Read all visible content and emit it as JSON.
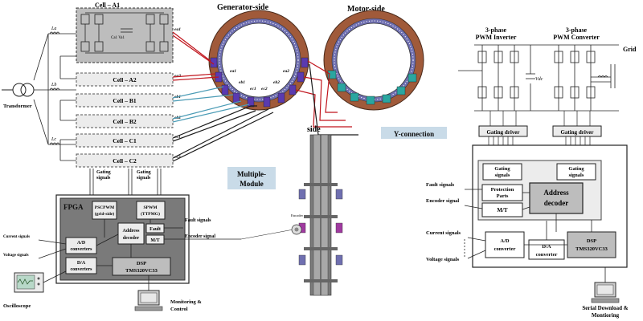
{
  "left": {
    "cells": [
      "Cell – A1",
      "Cell – A2",
      "Cell – B1",
      "Cell – B2",
      "Cell – C1",
      "Cell – C2"
    ],
    "inductors": [
      "La",
      "Lb",
      "Lc"
    ],
    "emf_labels": [
      "ea1",
      "ea2",
      "eb1",
      "eb2",
      "ec1",
      "ec2"
    ],
    "cell_cap_label": "Ca1 Va1",
    "transformer_label": "Transformer",
    "gating_left": [
      "Gating",
      "signals"
    ],
    "gating_right": [
      "Gating",
      "signals"
    ],
    "fpga": {
      "title": "FPGA",
      "pscpwm": [
        "PSCPWM",
        "(grid-side)"
      ],
      "spwm": [
        "SPWM",
        "(TTPMG)"
      ],
      "address": [
        "Address",
        "decoder"
      ],
      "fault": "Fault",
      "mt": "M/T",
      "ad": [
        "A/D",
        "converters"
      ],
      "da": [
        "D/A",
        "converters"
      ],
      "dsp": [
        "DSP",
        "TMS320VC33"
      ]
    },
    "fault_signals": "Fault signals",
    "encoder_signal": "Encoder signal",
    "current_signals": "Current signals",
    "voltage_signals": "Voltage signals",
    "oscilloscope": "Oscilloscope",
    "monitoring": [
      "Monitoring &",
      "Control"
    ]
  },
  "center": {
    "generator_title": "Generator-side",
    "motor_title": "Motor-side",
    "side_label": "side",
    "multiple_module": [
      "Multiple-",
      "Module"
    ],
    "y_connection": "Y-connection",
    "encoder_label": "Encoder",
    "gen_labels": [
      "ea1",
      "ea2",
      "eb1",
      "eb2",
      "ec1",
      "ec2"
    ]
  },
  "right": {
    "inverter_title": [
      "3-phase",
      "PWM Inverter"
    ],
    "converter_title": [
      "3-phase",
      "PWM Converter"
    ],
    "grid": "Grid",
    "vdc": "Vdc",
    "gating_driver": "Gating driver",
    "gating_signals": [
      "Gating",
      "signals"
    ],
    "protection": [
      "Protection",
      "Parts"
    ],
    "address": [
      "Address",
      "decoder"
    ],
    "mt": "M/T",
    "ad": [
      "A/D",
      "converter"
    ],
    "da": [
      "D/A",
      "converter"
    ],
    "dsp": [
      "DSP",
      "TMS320VC33"
    ],
    "fault_signals": "Fault signals",
    "encoder_signal": "Encoder signal",
    "current_signals": "Current signals",
    "voltage_signals": "Voltage signals",
    "serial": [
      "Serial Download &",
      "Montioring"
    ]
  },
  "colors": {
    "red_wire": "#c0141c",
    "blue_wire": "#4a9bb5",
    "black_wire": "#1a1a1a",
    "stator": "#a05a3a",
    "coil": "#6f6fb0",
    "cell_fill": "#ececec",
    "dark_block": "#7a7a7a",
    "mid_block": "#bdbdbd",
    "label_box": "#c9dbe8"
  }
}
